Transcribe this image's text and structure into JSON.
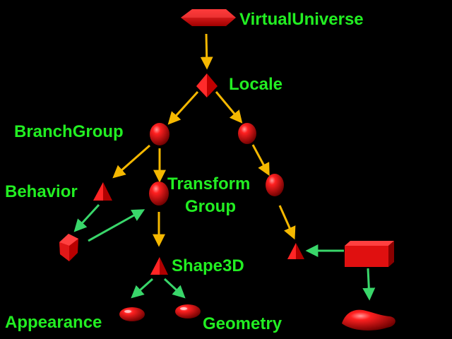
{
  "labels": {
    "virtual_universe": "VirtualUniverse",
    "locale": "Locale",
    "branch_group": "BranchGroup",
    "behavior": "Behavior",
    "transform_line1": "Transform",
    "transform_line2": "Group",
    "shape3d": "Shape3D",
    "appearance": "Appearance",
    "geometry": "Geometry"
  },
  "colors": {
    "background": "#000000",
    "label": "#22ee22",
    "node": "#e01010",
    "parent_arrow": "#f5b800",
    "reference_arrow": "#39d66a"
  }
}
